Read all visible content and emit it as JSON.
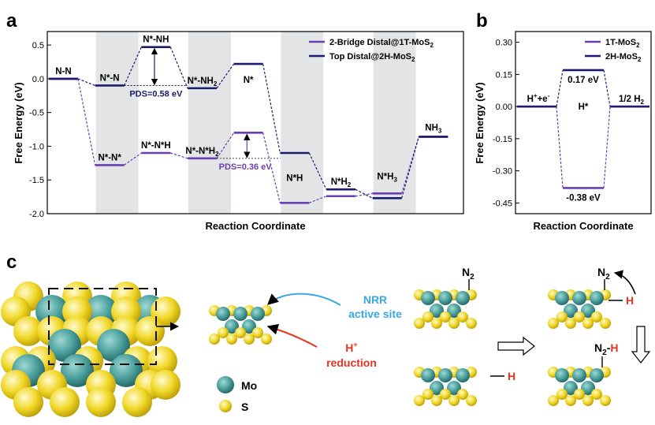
{
  "figure": {
    "panel_a": "a",
    "panel_b": "b",
    "panel_c": "c"
  },
  "colors": {
    "series_1t": "#6a3fb0",
    "series_2h": "#1c1c6e",
    "band": "#e2e4e6",
    "mo": "#4aa0a0",
    "s": "#f2d829",
    "site": "#3aa7e0",
    "reduction": "#e8331f"
  },
  "chart_data": [
    {
      "type": "line",
      "subtype": "free-energy step diagram",
      "xlabel": "Reaction Coordinate",
      "ylabel": "Free Energy (eV)",
      "ylim": [
        -2.0,
        0.7
      ],
      "yticks": [
        "0.5",
        "0.0",
        "-0.5",
        "-1.0",
        "-1.5",
        "-2.0"
      ],
      "yticks_values": [
        0.5,
        0.0,
        -0.5,
        -1.0,
        -1.5,
        -2.0
      ],
      "legend_position": "top-right",
      "grid": false,
      "categories": [
        "N-N",
        "N*-N / N*-N*",
        "N*-NH / N*-N*H",
        "N*-NH2 / N*-N*H2",
        "N*",
        "N*H",
        "N*H2",
        "N*H3",
        "NH3"
      ],
      "series": [
        {
          "name": "2-Bridge Distal@1T-MoS2",
          "color": "#6a3fb0",
          "values": [
            0.0,
            -1.28,
            -1.1,
            -1.18,
            -0.8,
            -1.84,
            -1.74,
            -1.7,
            -0.86
          ]
        },
        {
          "name": "Top Distal@2H-MoS2",
          "color": "#1c1c6e",
          "values": [
            0.0,
            -0.1,
            0.47,
            -0.14,
            0.22,
            -1.1,
            -1.64,
            -1.77,
            -0.86
          ]
        }
      ],
      "level_labels": [
        {
          "text": "N-N"
        },
        {
          "text": "N*-N"
        },
        {
          "text": "N*-NH"
        },
        {
          "text": "N*-NH",
          "sub": "2"
        },
        {
          "text": "N*"
        },
        {
          "text": "N*H"
        },
        {
          "text": "N*H",
          "sub": "2"
        },
        {
          "text": "N*H",
          "sub": "3"
        },
        {
          "text": "NH",
          "sub": "3"
        },
        {
          "text": "N*-N*"
        },
        {
          "text": "N*-N*H"
        },
        {
          "text": "N*-N*H",
          "sub": "2"
        }
      ],
      "legend": [
        {
          "text": "2-Bridge Distal@1T-MoS",
          "sub": "2"
        },
        {
          "text": "Top Distal@2H-MoS",
          "sub": "2"
        }
      ],
      "annotations": [
        {
          "text": "PDS=0.58 eV",
          "value": 0.58
        },
        {
          "text": "PDS=0.36 eV",
          "value": 0.36
        }
      ]
    },
    {
      "type": "line",
      "subtype": "free-energy step diagram",
      "xlabel": "Reaction Coordinate",
      "ylabel": "Free Energy (eV)",
      "ylim": [
        -0.5,
        0.35
      ],
      "yticks": [
        "0.30",
        "0.15",
        "0.00",
        "-0.15",
        "-0.30",
        "-0.45"
      ],
      "yticks_values": [
        0.3,
        0.15,
        0.0,
        -0.15,
        -0.3,
        -0.45
      ],
      "legend_position": "top-right",
      "grid": false,
      "categories": [
        "H++e-",
        "H*",
        "1/2 H2"
      ],
      "series": [
        {
          "name": "1T-MoS2",
          "color": "#6a3fb0",
          "values": [
            0.0,
            -0.38,
            0.0
          ]
        },
        {
          "name": "2H-MoS2",
          "color": "#1c1c6e",
          "values": [
            0.0,
            0.17,
            0.0
          ]
        }
      ],
      "legend": [
        {
          "text": "1T-MoS",
          "sub": "2"
        },
        {
          "text": "2H-MoS",
          "sub": "2"
        }
      ],
      "level_labels": [
        {
          "text": "H"
        },
        {
          "text": "H*"
        },
        {
          "text": "1/2 H",
          "sub": "2"
        }
      ],
      "value_labels": [
        "0.17 eV",
        "-0.38 eV"
      ]
    }
  ],
  "scheme_c": {
    "legend_mo": "Mo",
    "legend_s": "S",
    "site_line1": "NRR",
    "site_line2": "active site",
    "reduction_h": "H",
    "reduction_word": "reduction",
    "n2": "N",
    "h": "H",
    "n2h": "N",
    "sub2": "2",
    "plus": "+",
    "hplus_e_sup1": "+",
    "hplus_e_mid": "+e",
    "hplus_e_sup2": "-"
  }
}
